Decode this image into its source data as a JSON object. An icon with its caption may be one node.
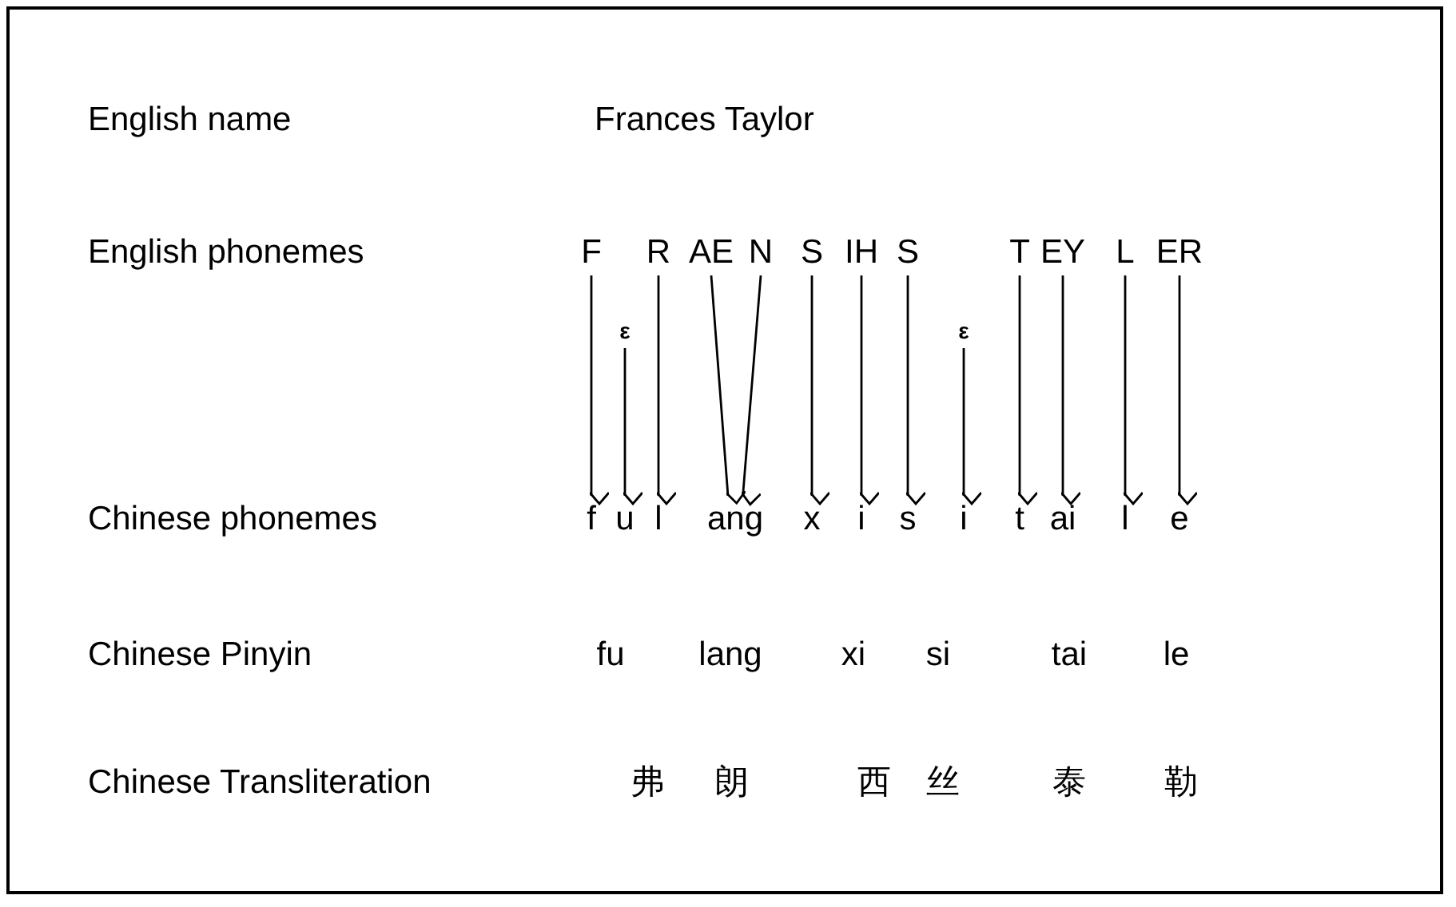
{
  "diagram": {
    "nodes": [
      {
        "text": [
          "F"
        ]
      },
      {
        "text": [
          "R"
        ]
      },
      {
        "text": [
          "AE"
        ]
      },
      {
        "text": [
          "N"
        ]
      },
      {
        "text": [
          "S"
        ]
      },
      {
        "text": [
          "IH"
        ]
      },
      {
        "text": [
          "S"
        ]
      },
      {
        "text": [
          "T"
        ]
      },
      {
        "text": [
          "EY"
        ]
      },
      {
        "text": [
          "L"
        ]
      },
      {
        "text": [
          "ER"
        ]
      },
      {
        "text": [
          "ε"
        ]
      },
      {
        "text": [
          "ε"
        ]
      },
      {
        "text": [
          "f"
        ]
      },
      {
        "text": [
          "u"
        ]
      },
      {
        "text": [
          "l"
        ]
      },
      {
        "text": [
          "ang"
        ]
      },
      {
        "text": [
          "x"
        ]
      },
      {
        "text": [
          "i"
        ]
      },
      {
        "text": [
          "s"
        ]
      },
      {
        "text": [
          "i"
        ]
      },
      {
        "text": [
          "t"
        ]
      },
      {
        "text": [
          "ai"
        ]
      },
      {
        "text": [
          "l"
        ]
      },
      {
        "text": [
          "e"
        ]
      }
    ],
    "edges": [
      {
        "from": 0,
        "to": 13,
        "arrow": "to"
      },
      {
        "from": 11,
        "to": 14,
        "arrow": "to"
      },
      {
        "from": 1,
        "to": 15,
        "arrow": "to"
      },
      {
        "from": 2,
        "to": 16,
        "arrow": "to"
      },
      {
        "from": 3,
        "to": 16,
        "arrow": "to"
      },
      {
        "from": 4,
        "to": 17,
        "arrow": "to"
      },
      {
        "from": 5,
        "to": 18,
        "arrow": "to"
      },
      {
        "from": 6,
        "to": 19,
        "arrow": "to"
      },
      {
        "from": 12,
        "to": 20,
        "arrow": "to"
      },
      {
        "from": 7,
        "to": 21,
        "arrow": "to"
      },
      {
        "from": 8,
        "to": 22,
        "arrow": "to"
      },
      {
        "from": 9,
        "to": 23,
        "arrow": "to"
      },
      {
        "from": 10,
        "to": 24,
        "arrow": "to"
      }
    ],
    "labels": [
      "English name",
      "Frances Taylor",
      "English phonemes",
      "Chinese phonemes",
      "Chinese Pinyin",
      "fu",
      "lang",
      "xi",
      "si",
      "tai",
      "le",
      "Chinese Transliteration",
      "弗",
      "朗",
      "西",
      "丝",
      "泰",
      "勒"
    ]
  }
}
